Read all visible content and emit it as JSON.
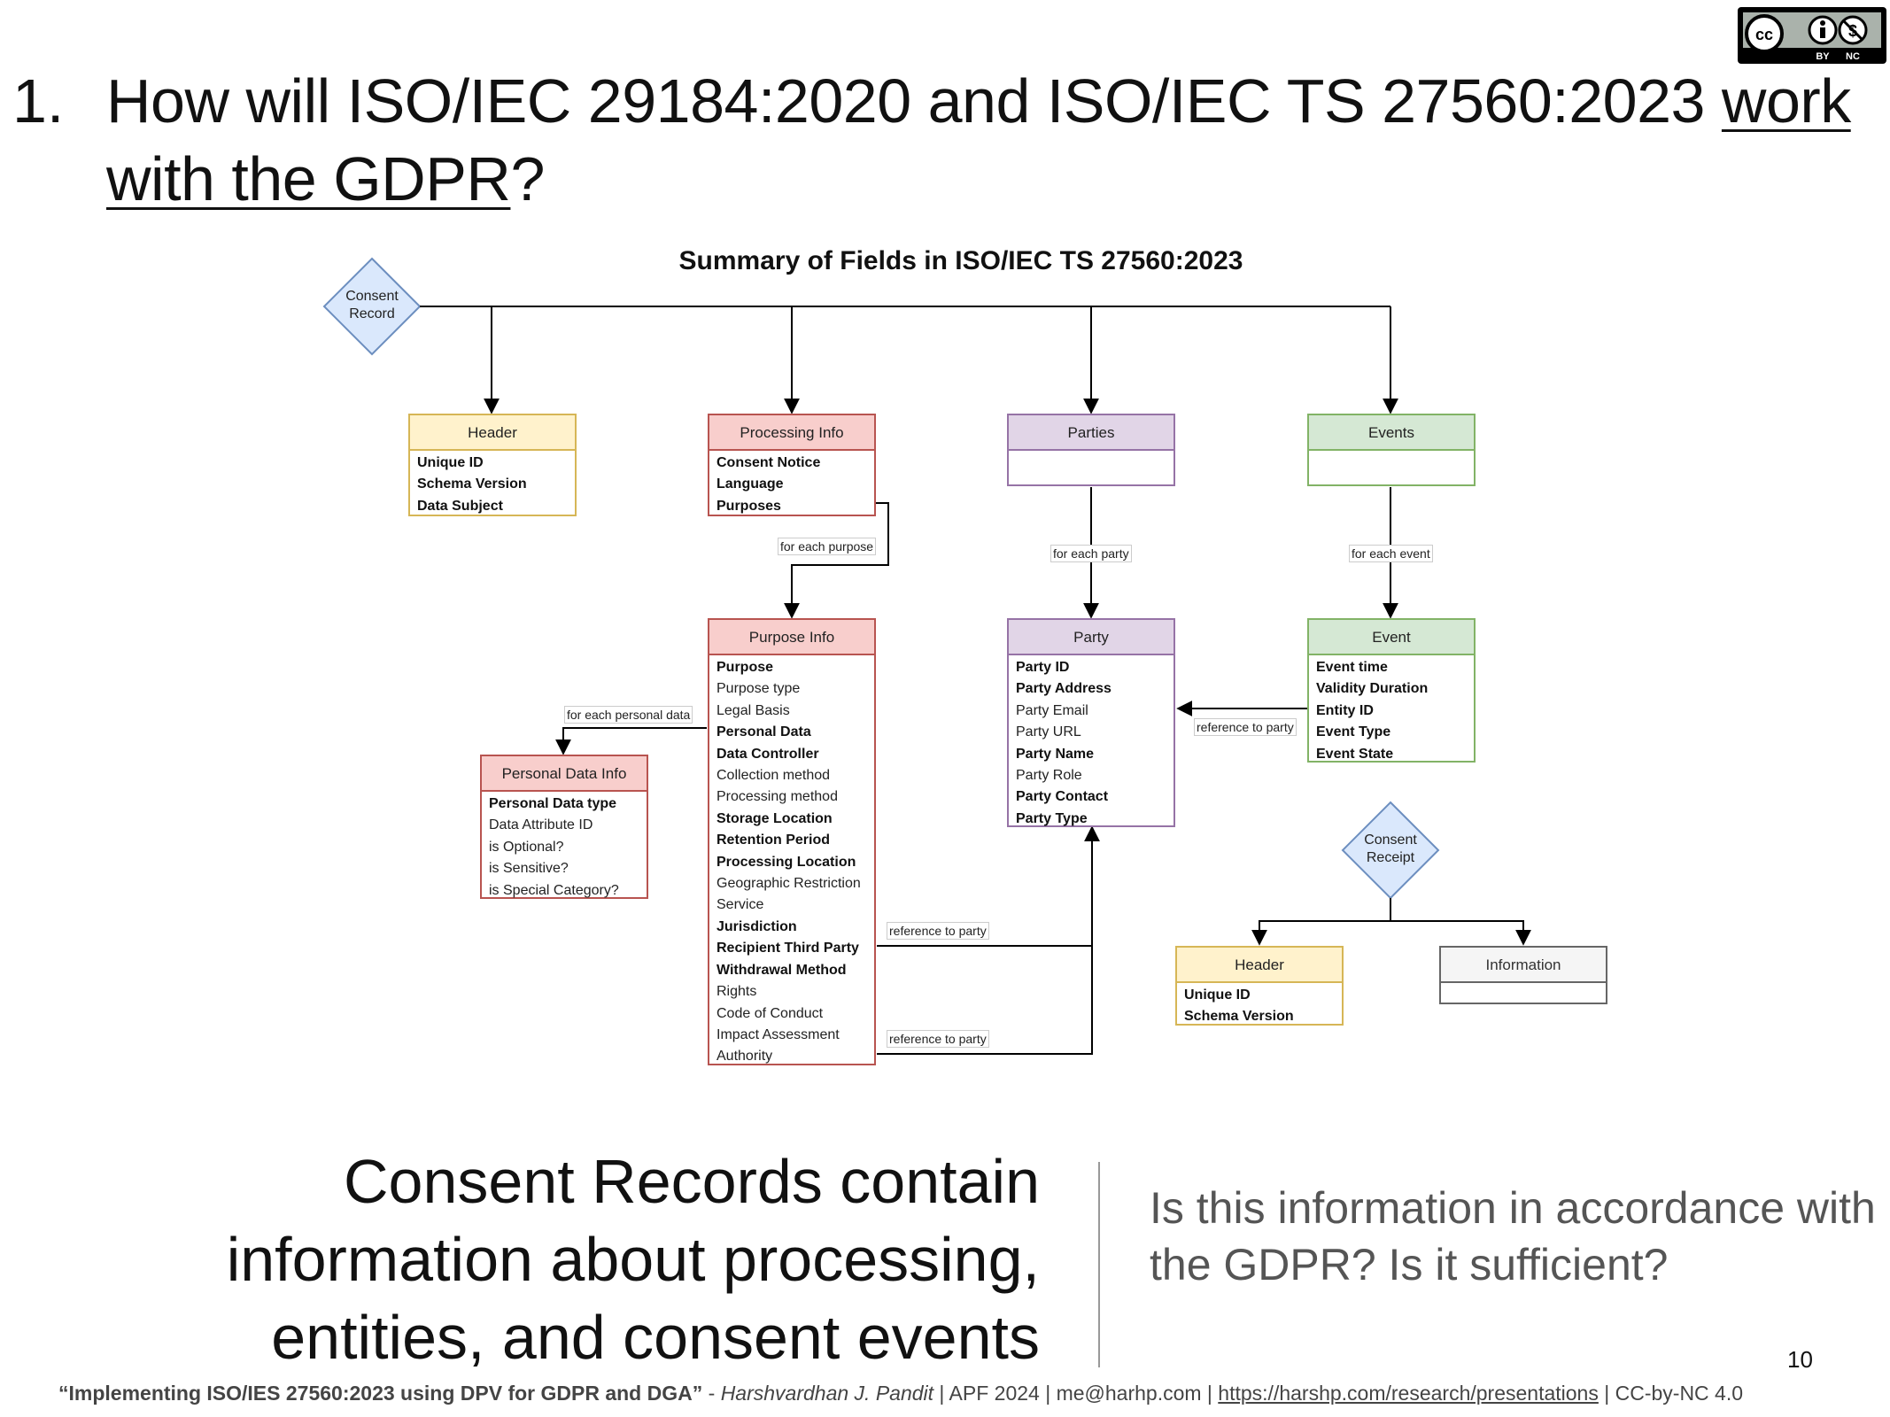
{
  "slide": {
    "title_number": "1.",
    "title_plain": "How will ISO/IEC 29184:2020 and ISO/IEC TS 27560:2023 ",
    "title_underlined": "work with the GDPR",
    "title_end": "?",
    "license_badge": "CC BY NC",
    "page_number": "10"
  },
  "diagram": {
    "title": "Summary of Fields in ISO/IEC TS 27560:2023",
    "consent_record": "Consent Record",
    "consent_receipt": "Consent Receipt",
    "header": {
      "title": "Header",
      "fields": [
        {
          "text": "Unique ID",
          "bold": true
        },
        {
          "text": "Schema Version",
          "bold": true
        },
        {
          "text": "Data Subject",
          "bold": true
        }
      ]
    },
    "processing_info": {
      "title": "Processing Info",
      "fields": [
        {
          "text": "Consent Notice",
          "bold": true
        },
        {
          "text": "Language",
          "bold": true
        },
        {
          "text": "Purposes",
          "bold": true
        }
      ]
    },
    "parties": {
      "title": "Parties"
    },
    "events": {
      "title": "Events"
    },
    "purpose_info": {
      "title": "Purpose Info",
      "fields": [
        {
          "text": "Purpose",
          "bold": true
        },
        {
          "text": "Purpose type",
          "bold": false
        },
        {
          "text": "Legal Basis",
          "bold": false
        },
        {
          "text": "Personal Data",
          "bold": true
        },
        {
          "text": "Data Controller",
          "bold": true
        },
        {
          "text": "Collection method",
          "bold": false
        },
        {
          "text": "Processing method",
          "bold": false
        },
        {
          "text": "Storage Location",
          "bold": true
        },
        {
          "text": "Retention Period",
          "bold": true
        },
        {
          "text": "Processing Location",
          "bold": true
        },
        {
          "text": "Geographic Restriction",
          "bold": false
        },
        {
          "text": "Service",
          "bold": false
        },
        {
          "text": "Jurisdiction",
          "bold": true
        },
        {
          "text": "Recipient Third Party",
          "bold": true
        },
        {
          "text": "Withdrawal Method",
          "bold": true
        },
        {
          "text": "Rights",
          "bold": false
        },
        {
          "text": "Code of Conduct",
          "bold": false
        },
        {
          "text": "Impact Assessment",
          "bold": false
        },
        {
          "text": "Authority",
          "bold": false
        }
      ]
    },
    "party": {
      "title": "Party",
      "fields": [
        {
          "text": "Party ID",
          "bold": true
        },
        {
          "text": "Party Address",
          "bold": true
        },
        {
          "text": "Party Email",
          "bold": false
        },
        {
          "text": "Party URL",
          "bold": false
        },
        {
          "text": "Party Name",
          "bold": true
        },
        {
          "text": "Party Role",
          "bold": false
        },
        {
          "text": "Party Contact",
          "bold": true
        },
        {
          "text": "Party Type",
          "bold": true
        }
      ]
    },
    "event": {
      "title": "Event",
      "fields": [
        {
          "text": "Event time",
          "bold": true
        },
        {
          "text": "Validity Duration",
          "bold": true
        },
        {
          "text": "Entity ID",
          "bold": true
        },
        {
          "text": "Event Type",
          "bold": true
        },
        {
          "text": "Event State",
          "bold": true
        }
      ]
    },
    "personal_data_info": {
      "title": "Personal Data Info",
      "fields": [
        {
          "text": "Personal Data type",
          "bold": true
        },
        {
          "text": "Data Attribute ID",
          "bold": false
        },
        {
          "text": "is Optional?",
          "bold": false
        },
        {
          "text": "is Sensitive?",
          "bold": false
        },
        {
          "text": "is Special Category?",
          "bold": false
        }
      ]
    },
    "receipt_header": {
      "title": "Header",
      "fields": [
        {
          "text": "Unique ID",
          "bold": true
        },
        {
          "text": "Schema Version",
          "bold": true
        }
      ]
    },
    "information": {
      "title": "Information"
    },
    "labels": {
      "for_each_purpose": "for each purpose",
      "for_each_party": "for each party",
      "for_each_event": "for each event",
      "for_each_personal_data": "for each personal data",
      "reference_to_party_1": "reference to party",
      "reference_to_party_2": "reference to party",
      "reference_to_party_3": "reference to party"
    },
    "colors": {
      "yellow_fill": "#fff2cc",
      "yellow_line": "#d6b656",
      "red_fill": "#f8cecc",
      "red_line": "#b85450",
      "purple_fill": "#e1d5e7",
      "purple_line": "#9673a6",
      "green_fill": "#d5e8d4",
      "green_line": "#82b366",
      "blue_fill": "#dae8fc",
      "blue_line": "#6c8ebf",
      "grey_fill": "#f5f5f5",
      "grey_line": "#666666"
    }
  },
  "bottom": {
    "left_text": "Consent Records contain information about processing, entities, and consent events",
    "right_text": "Is this information in accordance with the GDPR? Is it sufficient?"
  },
  "footer": {
    "bold_title": "“Implementing ISO/IES 27560:2023 using DPV for GDPR and DGA”",
    "sep1": " - ",
    "author": "Harshvardhan J. Pandit",
    "middle": " | APF 2024 | me@harhp.com | ",
    "link": "https://harshp.com/research/presentations",
    "end": " | CC-by-NC 4.0"
  }
}
